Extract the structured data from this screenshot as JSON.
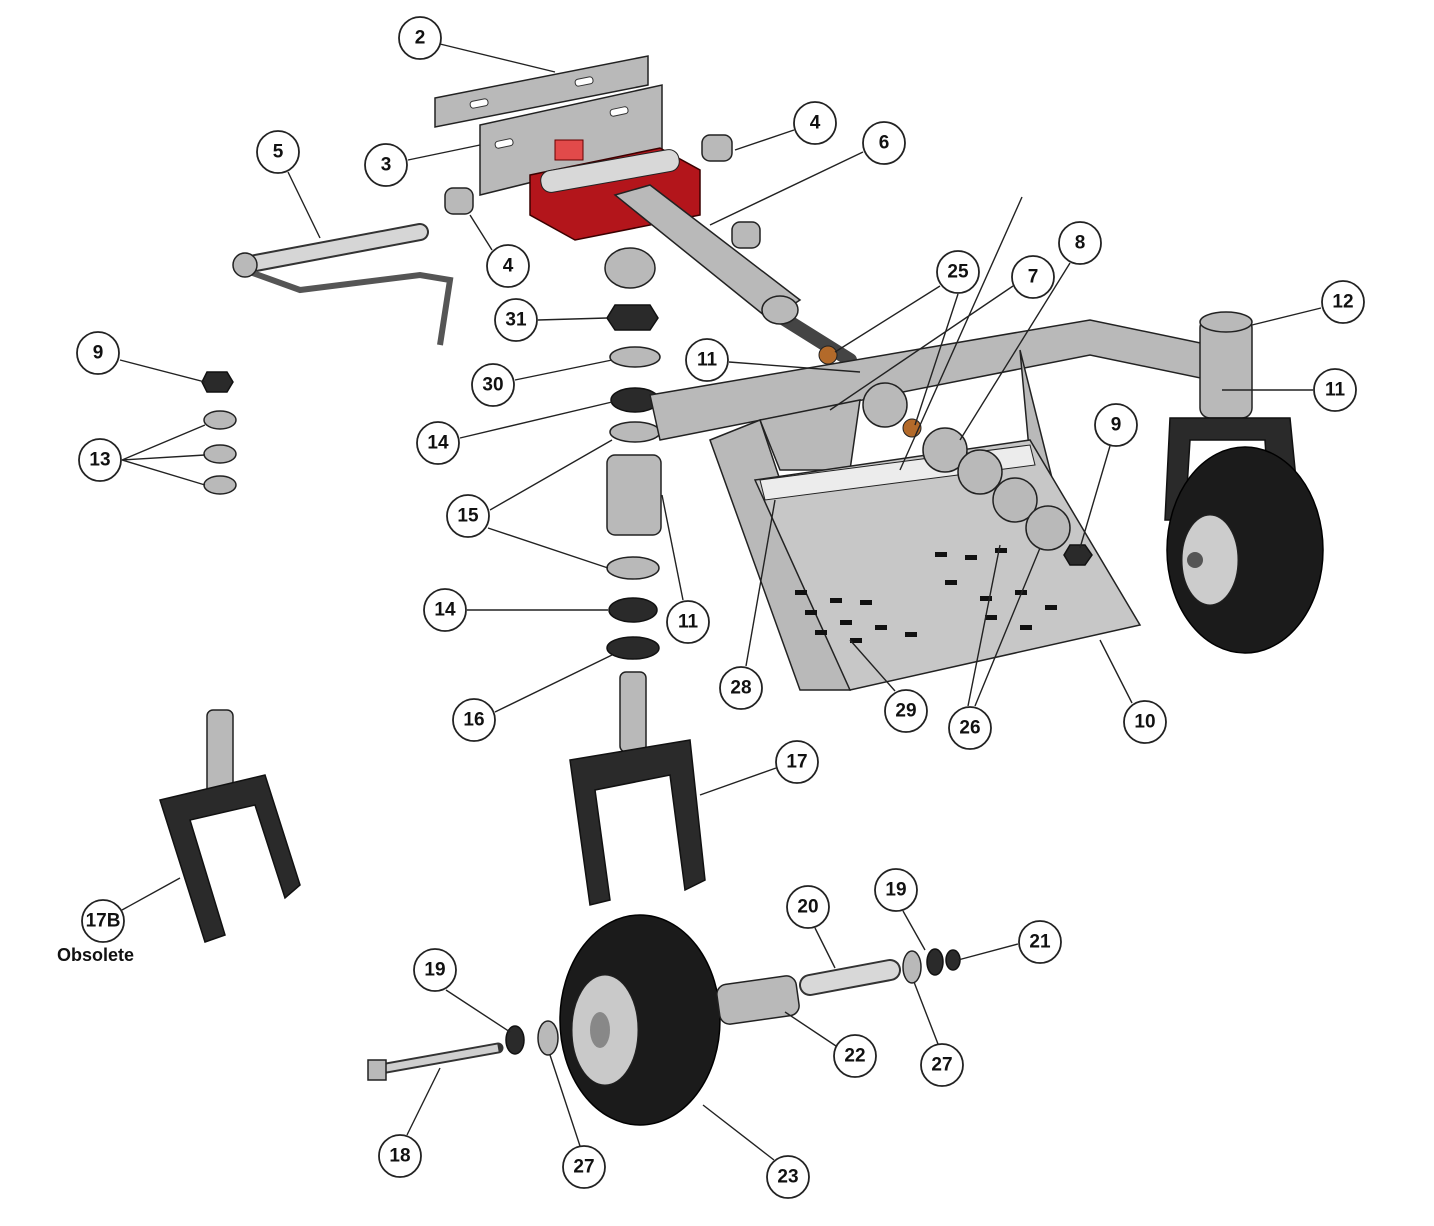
{
  "diagram": {
    "title": "Exploded parts diagram - caster wheel hitch assembly",
    "callouts": {
      "c2": "2",
      "c3": "3",
      "c4a": "4",
      "c4b": "4",
      "c5": "5",
      "c6": "6",
      "c9a": "9",
      "c13": "13",
      "c31": "31",
      "c30": "30",
      "c11a": "11",
      "c14a": "14",
      "c15": "15",
      "c11b": "11",
      "c14b": "14",
      "c16": "16",
      "c25": "25",
      "c7": "7",
      "c8": "8",
      "c12": "12",
      "c11c": "11",
      "c9b": "9",
      "c28": "28",
      "c29": "29",
      "c26": "26",
      "c10": "10",
      "c17": "17",
      "c17b": "17B",
      "c20": "20",
      "c19a": "19",
      "c21": "21",
      "c22": "22",
      "c27a": "27",
      "c19b": "19",
      "c18": "18",
      "c27b": "27",
      "c23": "23"
    },
    "notes": {
      "obsolete": "Obsolete"
    },
    "colors": {
      "accent_red": "#b3151b",
      "metal": "#b9b9b9",
      "tire": "#1b1b1b"
    }
  }
}
